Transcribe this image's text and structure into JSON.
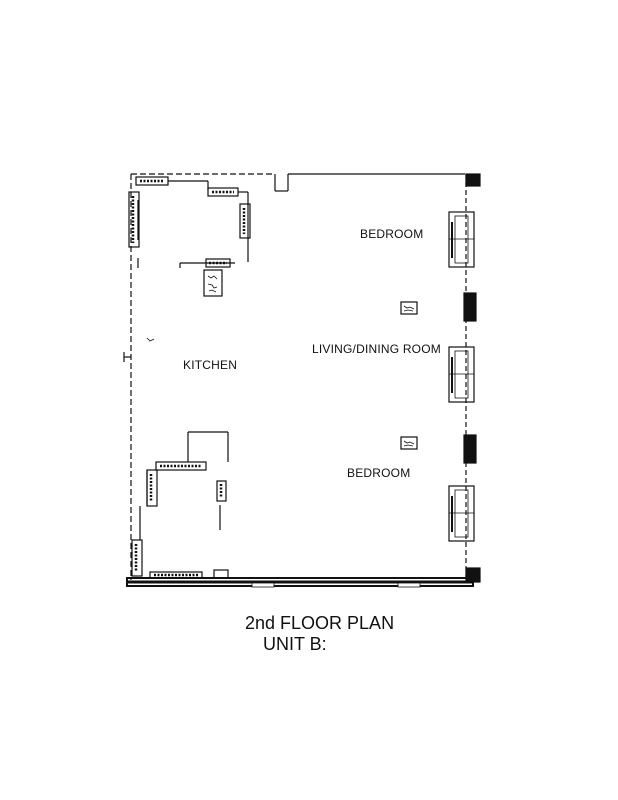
{
  "plan": {
    "title": "2nd FLOOR PLAN",
    "unit": "UNIT B:",
    "rooms": {
      "bedroom_top": "BEDROOM",
      "living_dining": "LIVING/DINING ROOM",
      "kitchen": "KITCHEN",
      "bedroom_bottom": "BEDROOM"
    },
    "colors": {
      "line": "#111111",
      "background": "#ffffff"
    }
  }
}
